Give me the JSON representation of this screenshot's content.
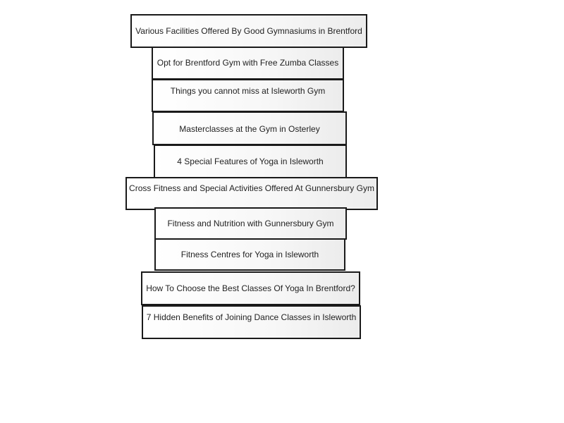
{
  "links": [
    {
      "label": "Various Facilities Offered By Good Gymnasiums in Brentford"
    },
    {
      "label": "Opt for Brentford Gym with Free Zumba Classes"
    },
    {
      "label": "Things you cannot miss at Isleworth Gym"
    },
    {
      "label": "Masterclasses at the Gym in Osterley"
    },
    {
      "label": "4 Special Features of Yoga in Isleworth"
    },
    {
      "label": "Cross Fitness and Special Activities Offered At Gunnersbury Gym"
    },
    {
      "label": "Fitness and Nutrition with Gunnersbury Gym"
    },
    {
      "label": "Fitness Centres for Yoga in Isleworth"
    },
    {
      "label": "How To Choose the Best Classes Of Yoga In Brentford?"
    },
    {
      "label": "7 Hidden Benefits of Joining Dance Classes in Isleworth"
    }
  ]
}
